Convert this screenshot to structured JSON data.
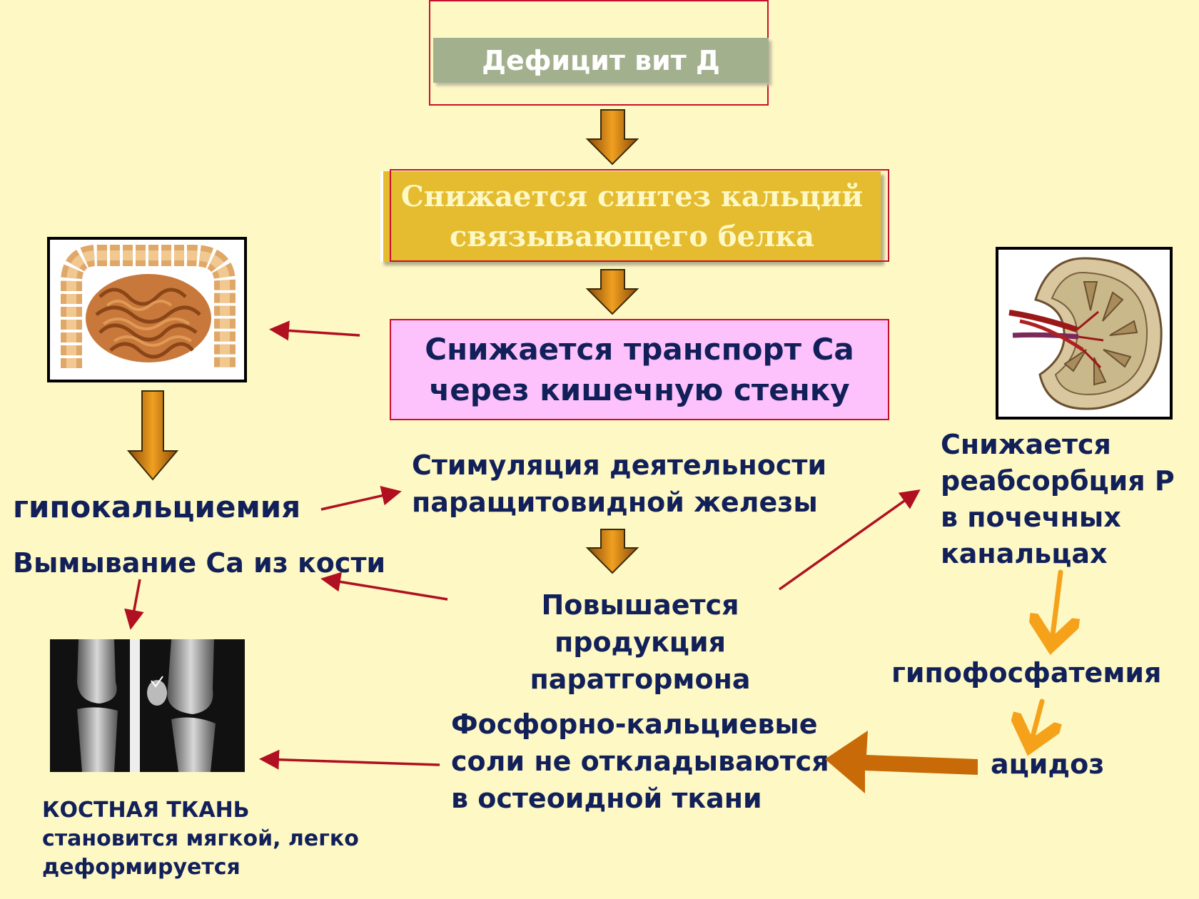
{
  "nodes": {
    "vitd": "Дефицит вит Д",
    "synthesis": [
      "Снижается синтез кальций",
      "связывающего белка"
    ],
    "transport": [
      "Снижается транспорт Са",
      "через кишечную стенку"
    ],
    "hypocalcemia": "гипокальциемия",
    "washout": "Вымывание Са из кости",
    "stimulation": [
      "Стимуляция деятельности",
      "паращитовидной железы"
    ],
    "pth": [
      "Повышается продукция",
      "паратгормона"
    ],
    "reabsorption": [
      "Снижается",
      "реабсорбция Р",
      "в почечных",
      "канальцах"
    ],
    "hypophosphatemia": "гипофосфатемия",
    "acidosis": "ацидоз",
    "salts": [
      "Фосфорно-кальциевые",
      "соли не откладываются",
      "в остеоидной ткани"
    ],
    "bone_title": "КОСТНАЯ ТКАНЬ",
    "bone_desc": [
      "становится мягкой, легко",
      "деформируется"
    ]
  },
  "colors": {
    "background": "#fdf8c4",
    "text": "#12205a",
    "thin_arrow": "#b01020",
    "block_arrow": "#d4820c",
    "orange_arrow": "#f5a21a",
    "thick_arrow": "#c86a08"
  },
  "images": [
    "intestine-illustration",
    "kidney-illustration",
    "knee-xray"
  ]
}
